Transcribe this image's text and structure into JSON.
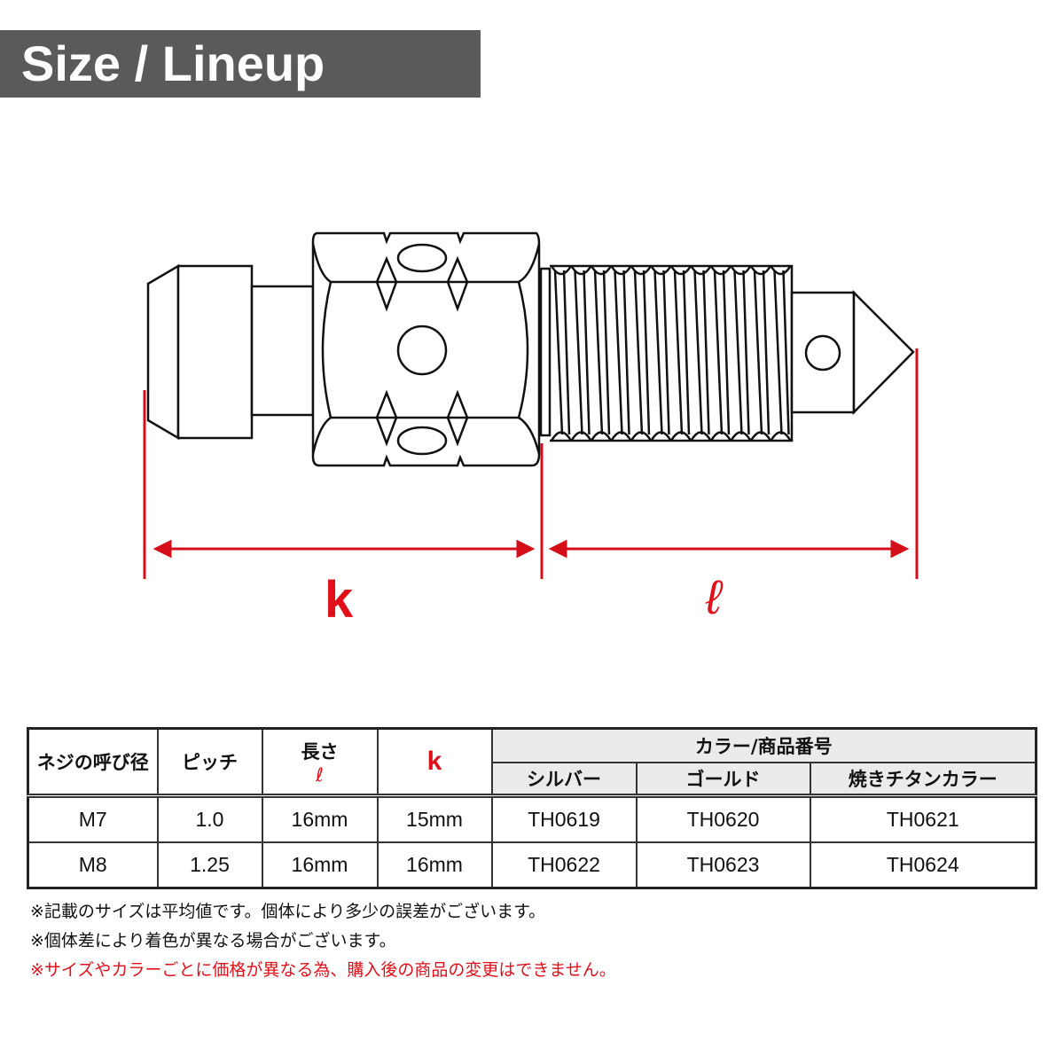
{
  "title": "Size / Lineup",
  "dimensions": {
    "k": "k",
    "l": "ℓ"
  },
  "table": {
    "headers": {
      "size": "ネジの呼び径",
      "pitch": "ピッチ",
      "length": "長さ",
      "length_symbol": "ℓ",
      "k": "k",
      "color_group": "カラー/商品番号",
      "silver": "シルバー",
      "gold": "ゴールド",
      "titanium": "焼きチタンカラー"
    },
    "rows": [
      {
        "size": "M7",
        "pitch": "1.0",
        "length": "16mm",
        "k": "15mm",
        "silver": "TH0619",
        "gold": "TH0620",
        "titanium": "TH0621"
      },
      {
        "size": "M8",
        "pitch": "1.25",
        "length": "16mm",
        "k": "16mm",
        "silver": "TH0622",
        "gold": "TH0623",
        "titanium": "TH0624"
      }
    ]
  },
  "notes": [
    "※記載のサイズは平均値です。個体により多少の誤差がございます。",
    "※個体差により着色が異なる場合がございます。",
    "※サイズやカラーごとに価格が異なる為、購入後の商品の変更はできません。"
  ],
  "colors": {
    "accent": "#e0101a",
    "banner": "#5a5a5a"
  }
}
